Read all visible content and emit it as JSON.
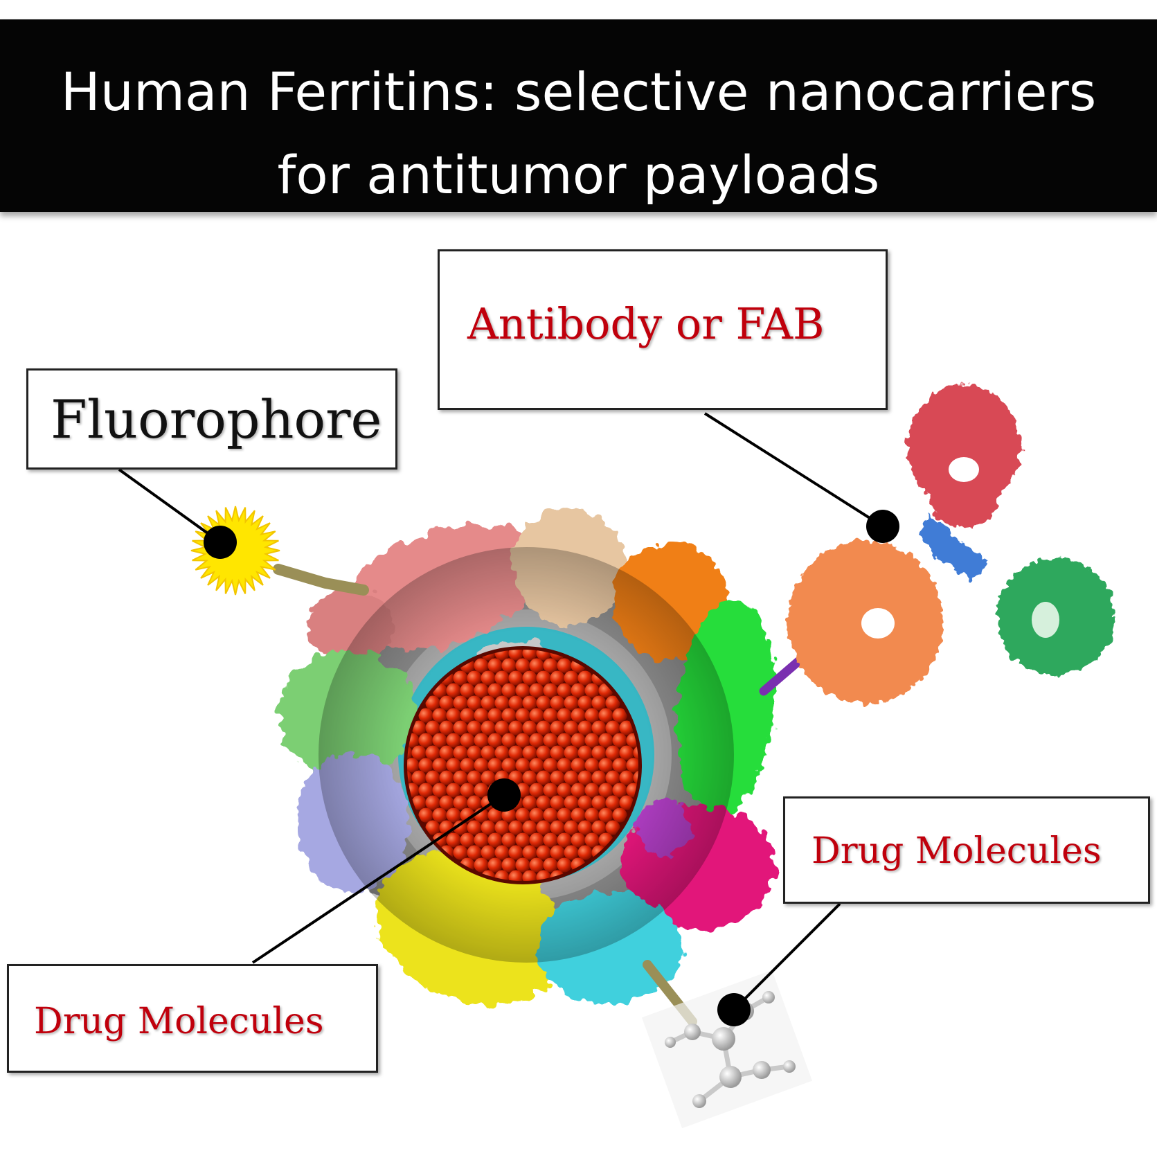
{
  "title": {
    "line1": "Human Ferritins: selective nanocarriers",
    "line2": "for antitumor payloads"
  },
  "labels": {
    "fluorophore": "Fluorophore",
    "antibody": "Antibody or FAB",
    "drug_left": "Drug Molecules",
    "drug_right": "Drug Molecules"
  },
  "colors": {
    "title_bg": "#050505",
    "title_text": "#ffffff",
    "label_red": "#c0000c",
    "label_black": "#111111",
    "fluorophore": "#ffe600",
    "core": "#e02a06"
  }
}
